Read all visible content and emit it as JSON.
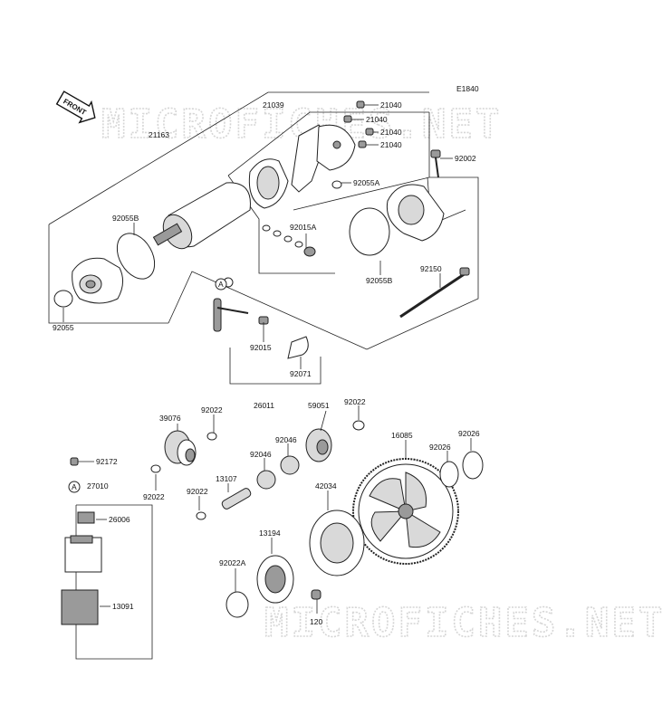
{
  "diagram_code": "E1840",
  "front_arrow_label": "FRONT",
  "watermark_text": "MICROFICHES.NET",
  "parts": {
    "p21040a": "21040",
    "p21040b": "21040",
    "p21040c": "21040",
    "p21040d": "21040",
    "p21039": "21039",
    "p21163": "21163",
    "p92002": "92002",
    "p92055A": "92055A",
    "p92055B_left": "92055B",
    "p92015A": "92015A",
    "p92055B_right": "92055B",
    "p92150": "92150",
    "p92055": "92055",
    "p92015": "92015",
    "p92071": "92071",
    "p26011": "26011",
    "p39076": "39076",
    "p92022_a": "92022",
    "p59051": "59051",
    "p92022_b": "92022",
    "p16085": "16085",
    "p92026_a": "92026",
    "p92026_b": "92026",
    "p92046_a": "92046",
    "p92046_b": "92046",
    "p92172": "92172",
    "p13107": "13107",
    "p27010": "27010",
    "p92022_c": "92022",
    "p92022_d": "92022",
    "p42034": "42034",
    "p26006": "26006",
    "p13194": "13194",
    "p92022A": "92022A",
    "p13091": "13091",
    "p120": "120"
  },
  "ref_markers": {
    "marker_top": "A",
    "marker_left": "A"
  }
}
